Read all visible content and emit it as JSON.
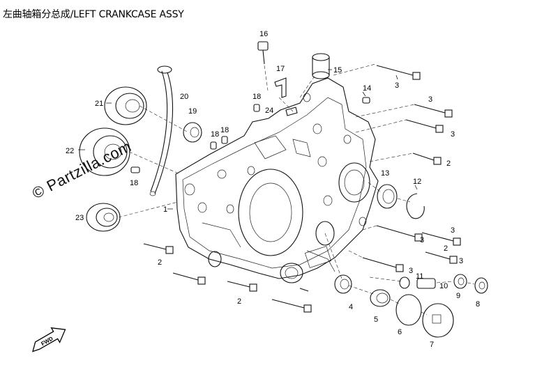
{
  "title": "左曲轴箱分总成/LEFT CRANKCASE ASSY",
  "watermark": "© Partzilla.com",
  "fwd_label": "FWD",
  "callouts": [
    "16",
    "17",
    "15",
    "3",
    "14",
    "21",
    "20",
    "18",
    "24",
    "3",
    "19",
    "18",
    "3",
    "18",
    "22",
    "2",
    "13",
    "12",
    "18",
    "23",
    "1",
    "3",
    "3",
    "2",
    "3",
    "2",
    "3",
    "11",
    "10",
    "9",
    "8",
    "2",
    "4",
    "5",
    "6",
    "7"
  ]
}
